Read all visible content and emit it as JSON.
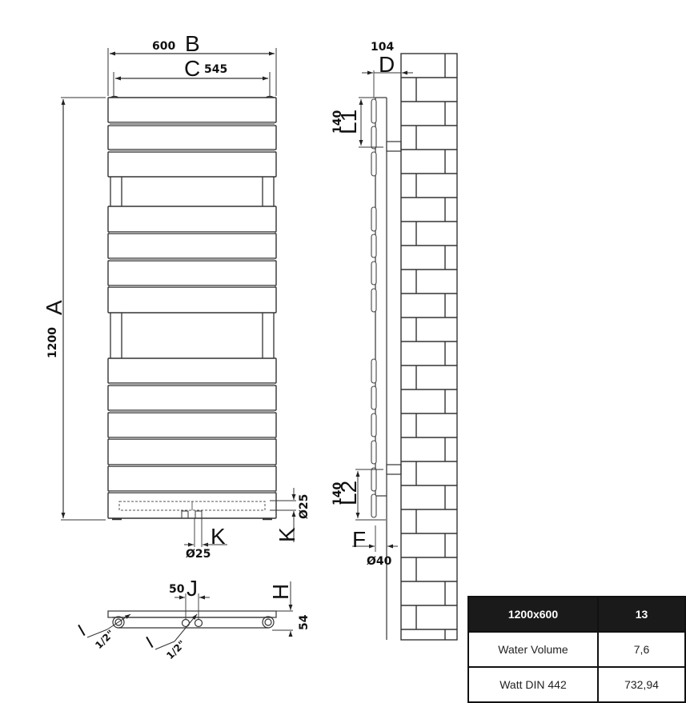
{
  "drawing": {
    "front_view": {
      "overall_width": {
        "letter": "B",
        "value": "600"
      },
      "pipe_centers": {
        "letter": "C",
        "value": "545"
      },
      "height": {
        "letter": "A",
        "value": "1200"
      },
      "bar_count": 13,
      "bottom_pipe_diameter": {
        "value": "Ø25"
      },
      "bottom_pipe_k_right": {
        "letter": "K"
      },
      "connection": {
        "letter": "K",
        "diameter": "Ø25"
      }
    },
    "side_view": {
      "depth": {
        "letter": "D",
        "value": "104"
      },
      "upper_bracket": {
        "letter": "L1",
        "value": "140"
      },
      "lower_bracket": {
        "letter": "L2",
        "value": "140"
      },
      "collector": {
        "letter": "F",
        "diameter": "Ø40"
      }
    },
    "bottom_view": {
      "inlet_spacing": {
        "letter": "J",
        "value": "50"
      },
      "depth": {
        "letter": "H",
        "value": "54"
      },
      "thread_left": {
        "letter": "I",
        "value": "1/2\""
      },
      "thread_center": {
        "letter": "I",
        "value": "1/2\""
      }
    }
  },
  "spec_table": {
    "header": {
      "model": "1200x600",
      "sections": "13"
    },
    "rows": [
      {
        "label": "Water Volume",
        "value": "7,6"
      },
      {
        "label": "Watt DIN 442",
        "value": "732,94"
      }
    ]
  },
  "colors": {
    "line": "#333333",
    "table_header_bg": "#1a1a1a",
    "table_header_text": "#ffffff"
  }
}
